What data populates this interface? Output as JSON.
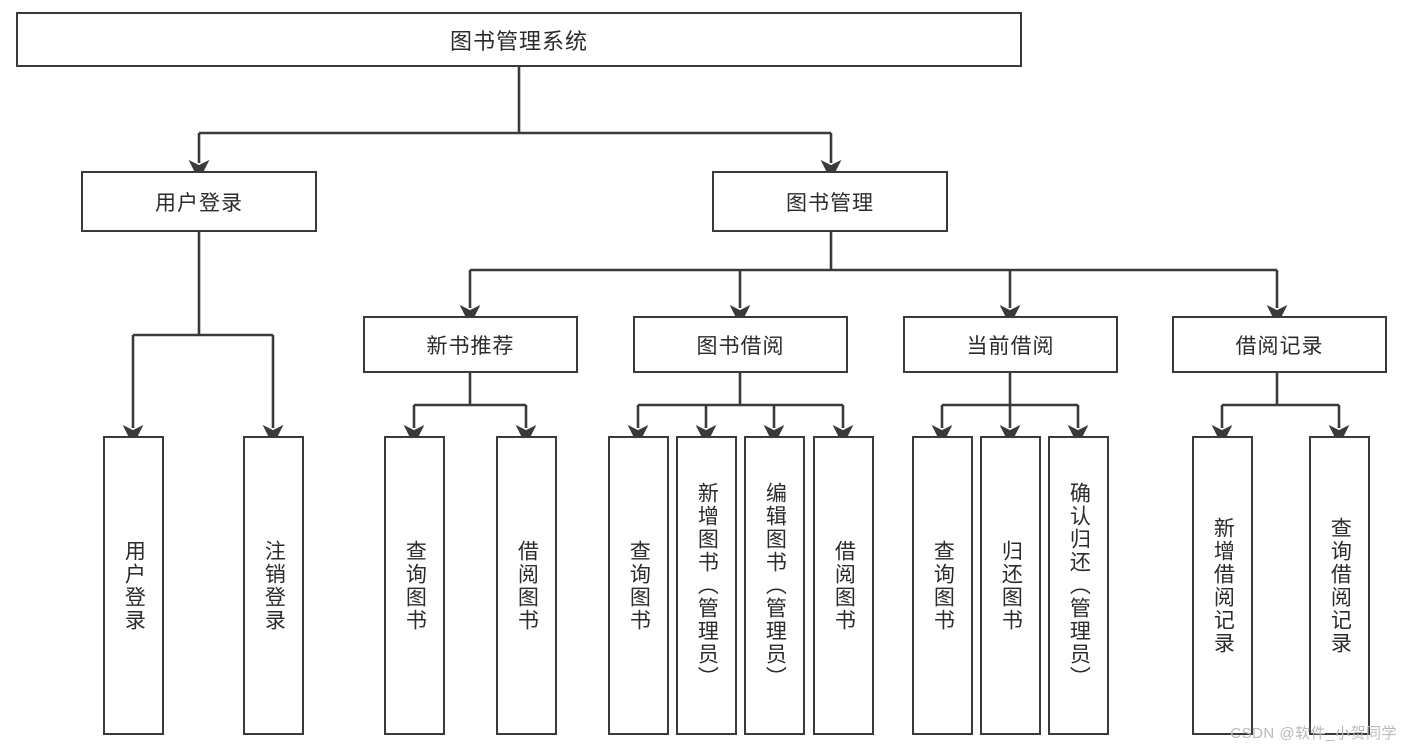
{
  "diagram": {
    "title": "图书管理系统",
    "type": "hierarchy-tree",
    "root": {
      "id": "root",
      "label": "图书管理系统"
    },
    "level2": [
      {
        "id": "user-login",
        "label": "用户登录"
      },
      {
        "id": "book-manage",
        "label": "图书管理"
      }
    ],
    "level3": [
      {
        "id": "new-book-rec",
        "label": "新书推荐",
        "parent": "book-manage"
      },
      {
        "id": "book-borrow",
        "label": "图书借阅",
        "parent": "book-manage"
      },
      {
        "id": "current-borrow",
        "label": "当前借阅",
        "parent": "book-manage"
      },
      {
        "id": "borrow-record",
        "label": "借阅记录",
        "parent": "book-manage"
      }
    ],
    "leaves": [
      {
        "id": "leaf-user-login",
        "label": "用户登录",
        "parent": "user-login"
      },
      {
        "id": "leaf-logout-login",
        "label": "注销登录",
        "parent": "user-login"
      },
      {
        "id": "leaf-query-book-1",
        "label": "查询图书",
        "parent": "new-book-rec"
      },
      {
        "id": "leaf-borrow-book-1",
        "label": "借阅图书",
        "parent": "new-book-rec"
      },
      {
        "id": "leaf-query-book-2",
        "label": "查询图书",
        "parent": "book-borrow"
      },
      {
        "id": "leaf-add-book",
        "label": "新增图书（管理员）",
        "parent": "book-borrow"
      },
      {
        "id": "leaf-edit-book",
        "label": "编辑图书（管理员）",
        "parent": "book-borrow"
      },
      {
        "id": "leaf-borrow-book-2",
        "label": "借阅图书",
        "parent": "book-borrow"
      },
      {
        "id": "leaf-query-book-3",
        "label": "查询图书",
        "parent": "current-borrow"
      },
      {
        "id": "leaf-return-book",
        "label": "归还图书",
        "parent": "current-borrow"
      },
      {
        "id": "leaf-confirm-return",
        "label": "确认归还（管理员）",
        "parent": "current-borrow"
      },
      {
        "id": "leaf-add-record",
        "label": "新增借阅记录",
        "parent": "borrow-record"
      },
      {
        "id": "leaf-query-record",
        "label": "查询借阅记录",
        "parent": "borrow-record"
      }
    ],
    "colors": {
      "box_border": "#3a3a3a",
      "box_fill": "#ffffff",
      "connector": "#3a3a3a",
      "text": "#2b2b2b",
      "watermark": "#b9b9b9"
    }
  },
  "watermark": {
    "text": "CSDN @软件_小贺同学"
  }
}
